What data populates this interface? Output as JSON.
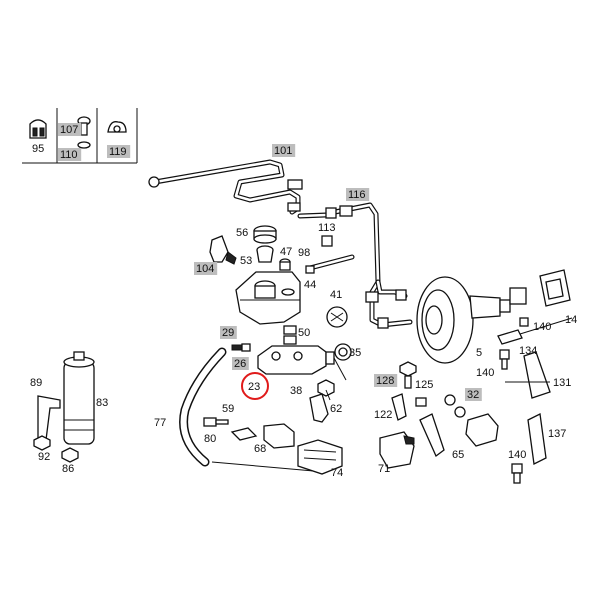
{
  "diagram": {
    "selected_part": "23",
    "highlight_color": "#bdbdbd",
    "marker_color": "#e01b1b",
    "legend": [
      {
        "id": "95",
        "highlighted": false
      },
      {
        "id": "107",
        "highlighted": true
      },
      {
        "id": "110",
        "highlighted": true
      },
      {
        "id": "119",
        "highlighted": true
      }
    ],
    "callouts": [
      {
        "id": "101",
        "highlighted": true
      },
      {
        "id": "116",
        "highlighted": true
      },
      {
        "id": "113",
        "highlighted": false
      },
      {
        "id": "56",
        "highlighted": false
      },
      {
        "id": "47",
        "highlighted": false
      },
      {
        "id": "98",
        "highlighted": false
      },
      {
        "id": "53",
        "highlighted": false
      },
      {
        "id": "104",
        "highlighted": true
      },
      {
        "id": "44",
        "highlighted": false
      },
      {
        "id": "41",
        "highlighted": false
      },
      {
        "id": "29",
        "highlighted": true
      },
      {
        "id": "50",
        "highlighted": false
      },
      {
        "id": "26",
        "highlighted": true
      },
      {
        "id": "35",
        "highlighted": false
      },
      {
        "id": "23",
        "highlighted": false
      },
      {
        "id": "38",
        "highlighted": false
      },
      {
        "id": "62",
        "highlighted": false
      },
      {
        "id": "77",
        "highlighted": false
      },
      {
        "id": "59",
        "highlighted": false
      },
      {
        "id": "80",
        "highlighted": false
      },
      {
        "id": "68",
        "highlighted": false
      },
      {
        "id": "74",
        "highlighted": false
      },
      {
        "id": "128",
        "highlighted": true
      },
      {
        "id": "125",
        "highlighted": false
      },
      {
        "id": "122",
        "highlighted": false
      },
      {
        "id": "32",
        "highlighted": true
      },
      {
        "id": "71",
        "highlighted": false
      },
      {
        "id": "65",
        "highlighted": false
      },
      {
        "id": "14",
        "highlighted": false
      },
      {
        "id": "140a",
        "text": "140",
        "highlighted": false
      },
      {
        "id": "134",
        "highlighted": false
      },
      {
        "id": "5",
        "highlighted": false
      },
      {
        "id": "140b",
        "text": "140",
        "highlighted": false
      },
      {
        "id": "131",
        "highlighted": false
      },
      {
        "id": "137",
        "highlighted": false
      },
      {
        "id": "140c",
        "text": "140",
        "highlighted": false
      },
      {
        "id": "89",
        "highlighted": false
      },
      {
        "id": "83",
        "highlighted": false
      },
      {
        "id": "92",
        "highlighted": false
      },
      {
        "id": "86",
        "highlighted": false
      }
    ]
  }
}
